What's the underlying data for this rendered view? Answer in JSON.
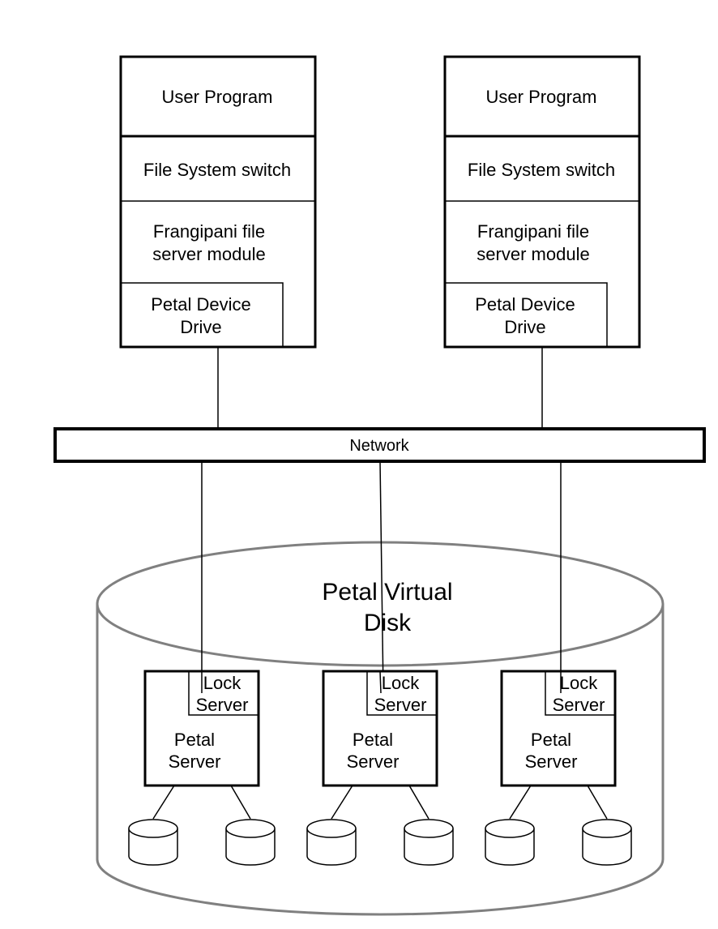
{
  "colors": {
    "stroke": "#000000",
    "disk_stroke": "#808080",
    "background": "#ffffff"
  },
  "clients": [
    {
      "user_program": "User Program",
      "fs_switch": "File System switch",
      "frangipani_line1": "Frangipani file",
      "frangipani_line2": "server module",
      "petal_drive_line1": "Petal Device",
      "petal_drive_line2": "Drive"
    },
    {
      "user_program": "User Program",
      "fs_switch": "File System switch",
      "frangipani_line1": "Frangipani file",
      "frangipani_line2": "server module",
      "petal_drive_line1": "Petal Device",
      "petal_drive_line2": "Drive"
    }
  ],
  "network": {
    "label": "Network"
  },
  "virtual_disk": {
    "line1": "Petal Virtual",
    "line2": "Disk"
  },
  "servers": [
    {
      "lock_line1": "Lock",
      "lock_line2": "Server",
      "petal_line1": "Petal",
      "petal_line2": "Server"
    },
    {
      "lock_line1": "Lock",
      "lock_line2": "Server",
      "petal_line1": "Petal",
      "petal_line2": "Server"
    },
    {
      "lock_line1": "Lock",
      "lock_line2": "Server",
      "petal_line1": "Petal",
      "petal_line2": "Server"
    }
  ]
}
